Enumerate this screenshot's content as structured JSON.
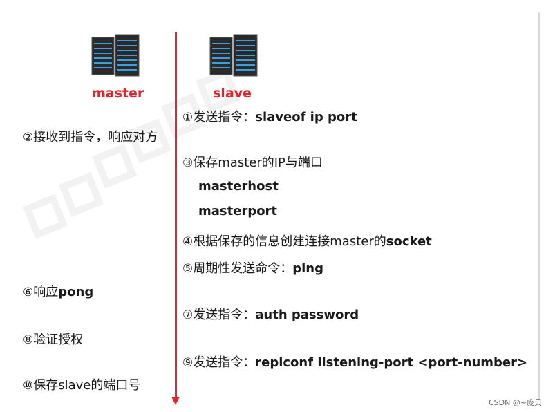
{
  "master_label": "master",
  "slave_label": "slave",
  "slave_steps": [
    {
      "num": "①",
      "text": "发送指令：",
      "bold": "slaveof  ip  port"
    },
    {
      "num": "③",
      "text": "保存master的IP与端口",
      "bold": ""
    },
    {
      "num": "④",
      "text": "根据保存的信息创建连接master的",
      "bold": "socket"
    },
    {
      "num": "⑤",
      "text": "周期性发送命令：",
      "bold": "ping"
    },
    {
      "num": "⑦",
      "text": "发送指令：",
      "bold": "auth  password"
    },
    {
      "num": "⑨",
      "text": "发送指令：",
      "bold": "replconf listening-port <port-number>"
    }
  ],
  "slave_sub": [
    "masterhost",
    "masterport"
  ],
  "master_steps": [
    {
      "num": "②",
      "text": "接收到指令，响应对方",
      "bold": ""
    },
    {
      "num": "⑥",
      "text": "响应",
      "bold": "pong"
    },
    {
      "num": "⑧",
      "text": "验证授权",
      "bold": ""
    },
    {
      "num": "⑩",
      "text": "保存slave的端口号",
      "bold": ""
    }
  ],
  "credit": "CSDN @~庞贝",
  "colors": {
    "accent": "#e8232a",
    "server_body": "#2a2a2a",
    "server_glow": "#3aa0e0"
  },
  "icons": [
    "server-icon"
  ]
}
